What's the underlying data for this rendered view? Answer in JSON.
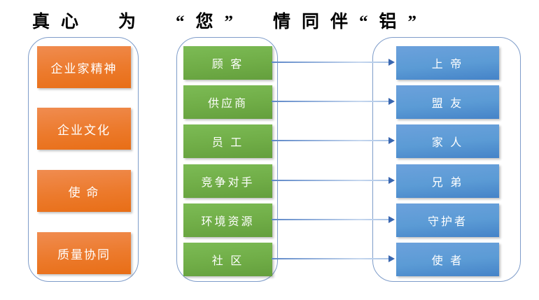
{
  "title": "真心　为　“您”　情同伴“铝”",
  "columns": {
    "culture": {
      "items": [
        "企业家精神",
        "企业文化",
        "使 命",
        "质量协同"
      ]
    },
    "stakeholders": {
      "items": [
        "顾 客",
        "供应商",
        "员 工",
        "竞争对手",
        "环境资源",
        "社 区"
      ]
    },
    "roles": {
      "items": [
        "上 帝",
        "盟 友",
        "家 人",
        "兄 弟",
        "守护者",
        "使 者"
      ]
    }
  },
  "connections": [
    {
      "from": "顾 客",
      "to": "上 帝"
    },
    {
      "from": "供应商",
      "to": "盟 友"
    },
    {
      "from": "员 工",
      "to": "家 人"
    },
    {
      "from": "竞争对手",
      "to": "兄 弟"
    },
    {
      "from": "环境资源",
      "to": "守护者"
    },
    {
      "from": "社 区",
      "to": "使 者"
    }
  ],
  "colors": {
    "orange_box": "#ED7D31",
    "green_box": "#70AD47",
    "blue_box": "#5B9BD5",
    "container_border": "#7E9CC9",
    "arrow_line": "#5E88C8",
    "arrow_head": "#3A67B0",
    "title_text": "#000000",
    "box_text": "#FFFFFF"
  }
}
